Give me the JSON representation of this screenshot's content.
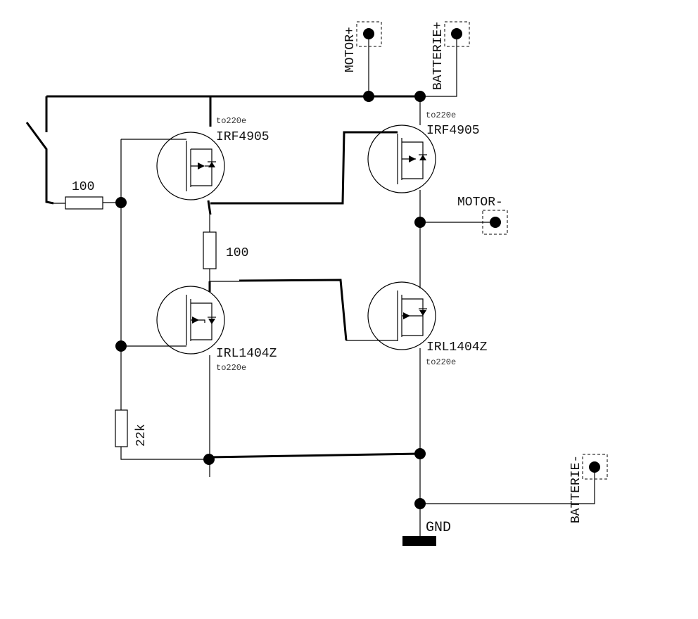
{
  "terminals": {
    "motor_plus": "MOTOR+",
    "batterie_plus": "BATTERIE+",
    "motor_minus": "MOTOR-",
    "batterie_minus": "BATTERIE-",
    "gnd": "GND"
  },
  "transistors": {
    "q1": {
      "part": "IRF4905",
      "package": "to220e"
    },
    "q2": {
      "part": "IRF4905",
      "package": "to220e"
    },
    "q3": {
      "part": "IRL1404Z",
      "package": "to220e"
    },
    "q4": {
      "part": "IRL1404Z",
      "package": "to220e"
    }
  },
  "resistors": {
    "r_input": "100",
    "r_mid": "100",
    "r_pull": "22k"
  }
}
